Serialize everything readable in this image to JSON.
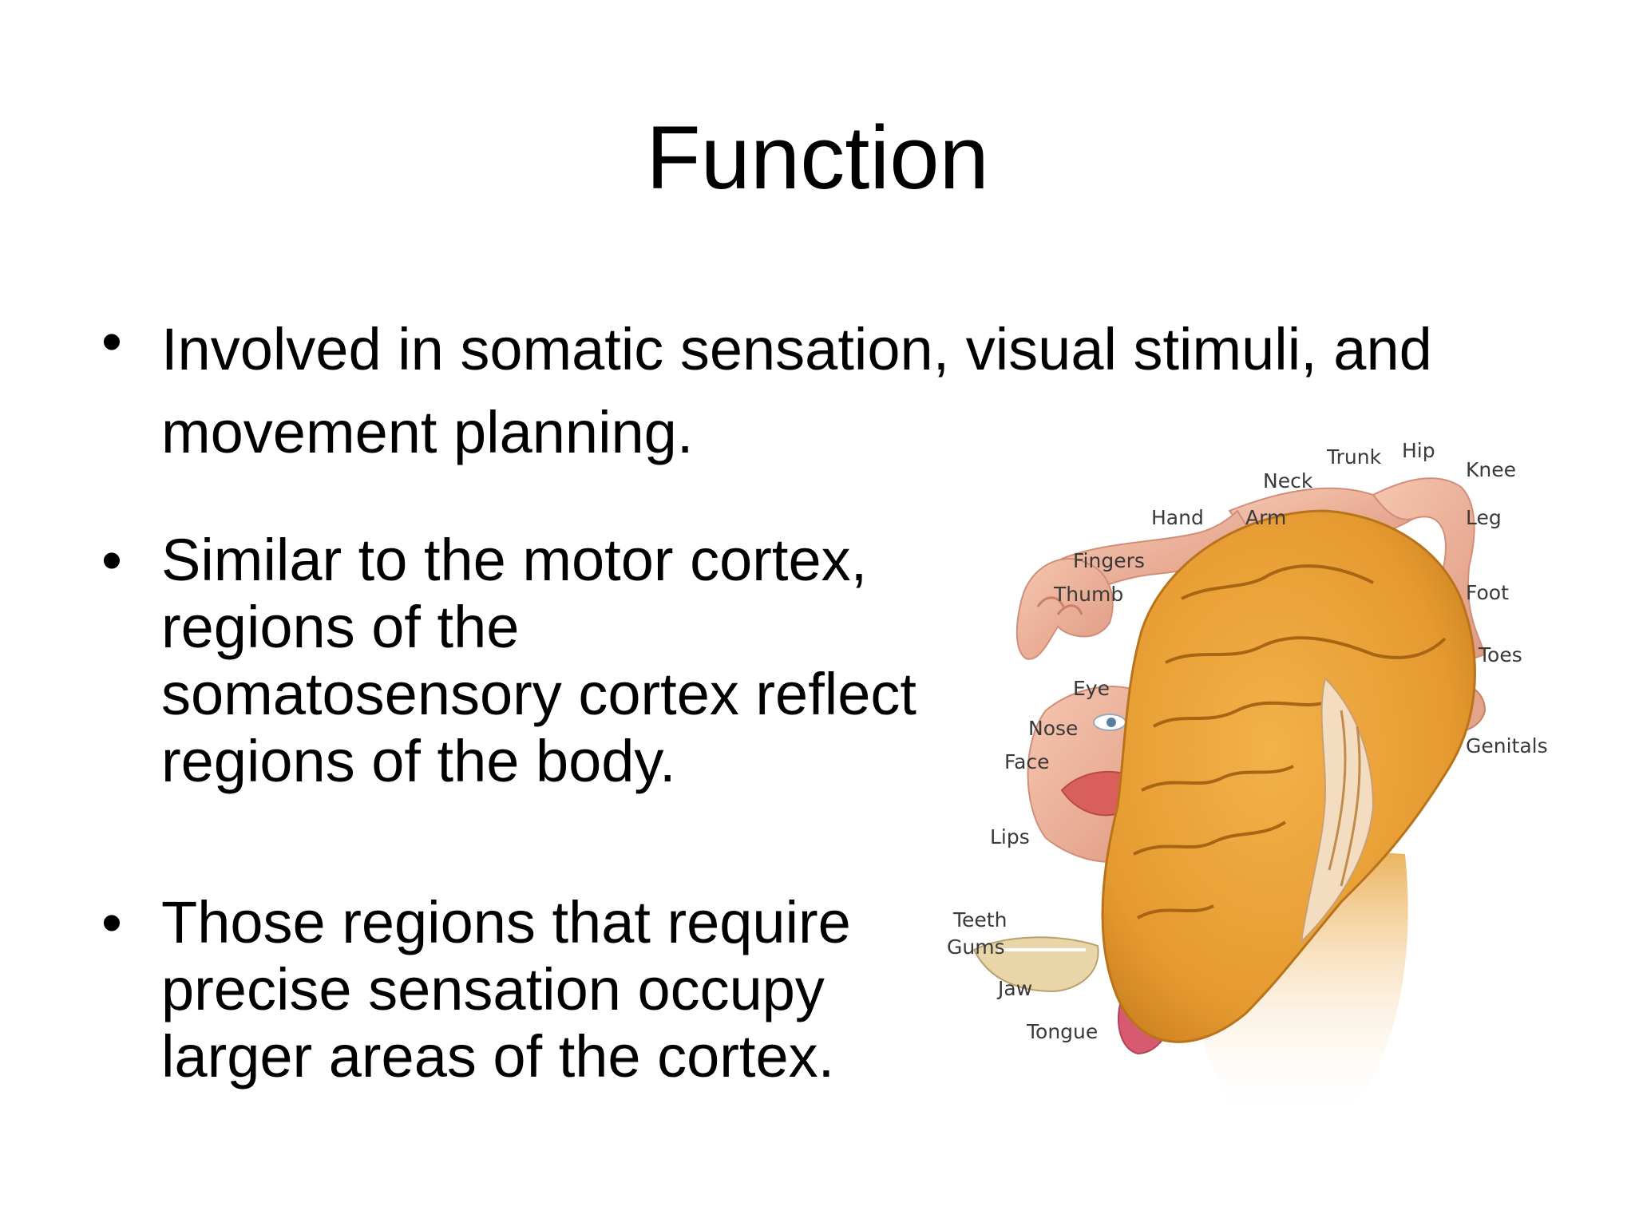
{
  "slide": {
    "title": "Function",
    "bullets": [
      {
        "marker": "•",
        "lines": [
          "Involved in somatic sensation, visual stimuli, and",
          "movement planning."
        ]
      },
      {
        "marker": "•",
        "lines": [
          "Similar to the motor cortex,",
          "regions of the",
          "somatosensory cortex reflect",
          "regions of the body."
        ]
      },
      {
        "marker": "•",
        "lines": [
          "Those regions that require",
          "precise sensation occupy",
          "larger areas of the cortex."
        ]
      }
    ]
  },
  "figure": {
    "icon": "sensory-homunculus-illustration",
    "labels": {
      "trunk": "Trunk",
      "hip": "Hip",
      "knee": "Knee",
      "neck": "Neck",
      "hand": "Hand",
      "arm": "Arm",
      "leg": "Leg",
      "fingers": "Fingers",
      "thumb": "Thumb",
      "foot": "Foot",
      "toes": "Toes",
      "eye": "Eye",
      "nose": "Nose",
      "face": "Face",
      "genitals": "Genitals",
      "lips": "Lips",
      "teeth": "Teeth",
      "gums": "Gums",
      "jaw": "Jaw",
      "tongue": "Tongue"
    },
    "colors": {
      "cortex": "#e8a23a",
      "cortex_dark": "#c9801e",
      "skin": "#f2b8a0",
      "lips": "#d9605a",
      "tongue": "#d85a6e",
      "teeth": "#e8d6a8"
    }
  }
}
